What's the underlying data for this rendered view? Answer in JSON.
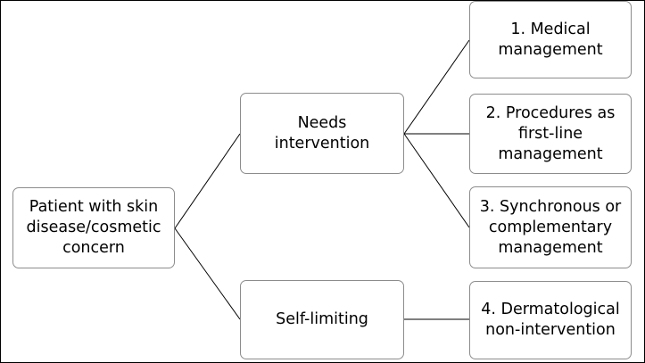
{
  "diagram": {
    "nodes": {
      "root": "Patient with skin\ndisease/cosmetic\nconcern",
      "needs_intervention": "Needs\nintervention",
      "self_limiting": "Self-limiting",
      "medical_management": "1. Medical\nmanagement",
      "procedures": "2. Procedures as\nfirst-line\nmanagement",
      "synchronous": "3. Synchronous or\ncomplementary\nmanagement",
      "non_intervention": "4. Dermatological\nnon-intervention"
    },
    "edges": [
      [
        "root",
        "needs_intervention"
      ],
      [
        "root",
        "self_limiting"
      ],
      [
        "needs_intervention",
        "medical_management"
      ],
      [
        "needs_intervention",
        "procedures"
      ],
      [
        "needs_intervention",
        "synchronous"
      ],
      [
        "self_limiting",
        "non_intervention"
      ]
    ],
    "colors": {
      "box_border": "#8c8c8c",
      "connector": "#000000",
      "frame": "#000000"
    }
  }
}
